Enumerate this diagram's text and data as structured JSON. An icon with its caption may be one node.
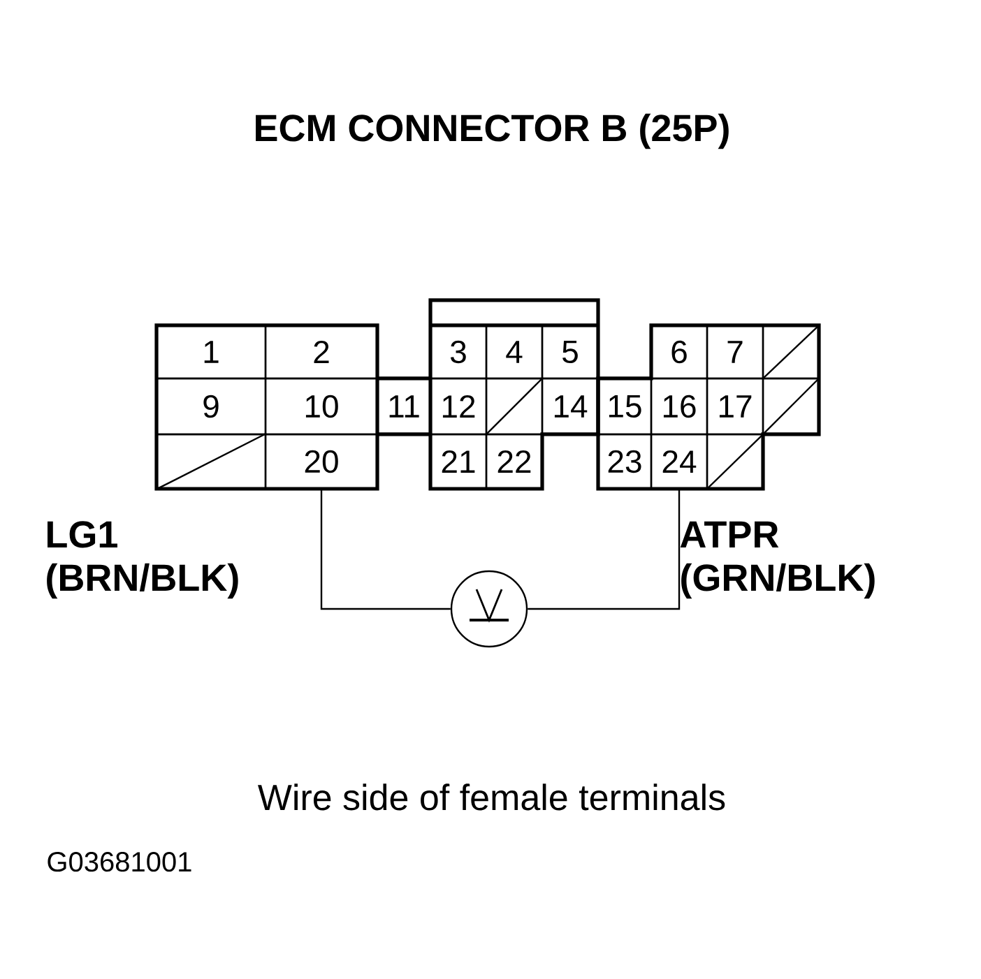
{
  "diagram": {
    "title": "ECM CONNECTOR B (25P)",
    "caption": "Wire side of female terminals",
    "nodes": [
      {
        "text": [
          "1"
        ]
      },
      {
        "text": [
          "2"
        ]
      },
      {
        "text": [
          "3"
        ]
      },
      {
        "text": [
          "4"
        ]
      },
      {
        "text": [
          "5"
        ]
      },
      {
        "text": [
          "6"
        ]
      },
      {
        "text": [
          "7"
        ]
      },
      {
        "text": [],
        "shape": "box"
      },
      {
        "text": [
          "9"
        ]
      },
      {
        "text": [
          "10"
        ]
      },
      {
        "text": [
          "11"
        ]
      },
      {
        "text": [
          "12"
        ]
      },
      {
        "text": [],
        "shape": "box"
      },
      {
        "text": [
          "14"
        ]
      },
      {
        "text": [
          "15"
        ]
      },
      {
        "text": [
          "16"
        ]
      },
      {
        "text": [
          "17"
        ]
      },
      {
        "text": [],
        "shape": "box"
      },
      {
        "text": [],
        "shape": "box"
      },
      {
        "text": [
          "20"
        ]
      },
      {
        "text": [
          "21"
        ]
      },
      {
        "text": [
          "22"
        ]
      },
      {
        "text": [
          "23"
        ]
      },
      {
        "text": [
          "24"
        ]
      },
      {
        "text": [],
        "shape": "box"
      },
      {
        "text": [],
        "shape": "circle"
      }
    ],
    "edges": [
      {
        "from": 19,
        "to": 25,
        "arrow": "none"
      },
      {
        "from": 25,
        "to": 23,
        "arrow": "none"
      }
    ],
    "labels": [
      "LG1",
      "(BRN/BLK)",
      "ATPR",
      "(GRN/BLK)",
      "G03681001"
    ]
  }
}
